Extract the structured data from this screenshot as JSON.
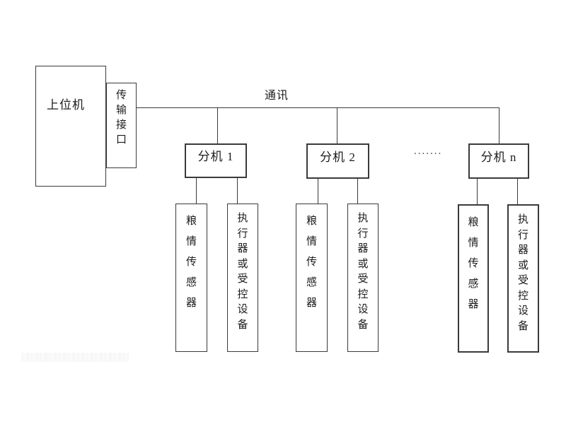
{
  "diagram": {
    "host_label": "上位机",
    "interface_label": "传输接口",
    "bus_label": "通讯",
    "ellipsis": ".......",
    "stations": [
      {
        "label": "分机 1",
        "sensor_label": "粮情传感器",
        "actuator_label": "执行器或受控设备"
      },
      {
        "label": "分机 2",
        "sensor_label": "粮情传感器",
        "actuator_label": "执行器或受控设备"
      },
      {
        "label": "分机 n",
        "sensor_label": "粮情传感器",
        "actuator_label": "执行器或受控设备"
      }
    ],
    "colors": {
      "background": "#ffffff",
      "line": "#3a3a3a",
      "text": "#1c1c1c"
    }
  }
}
